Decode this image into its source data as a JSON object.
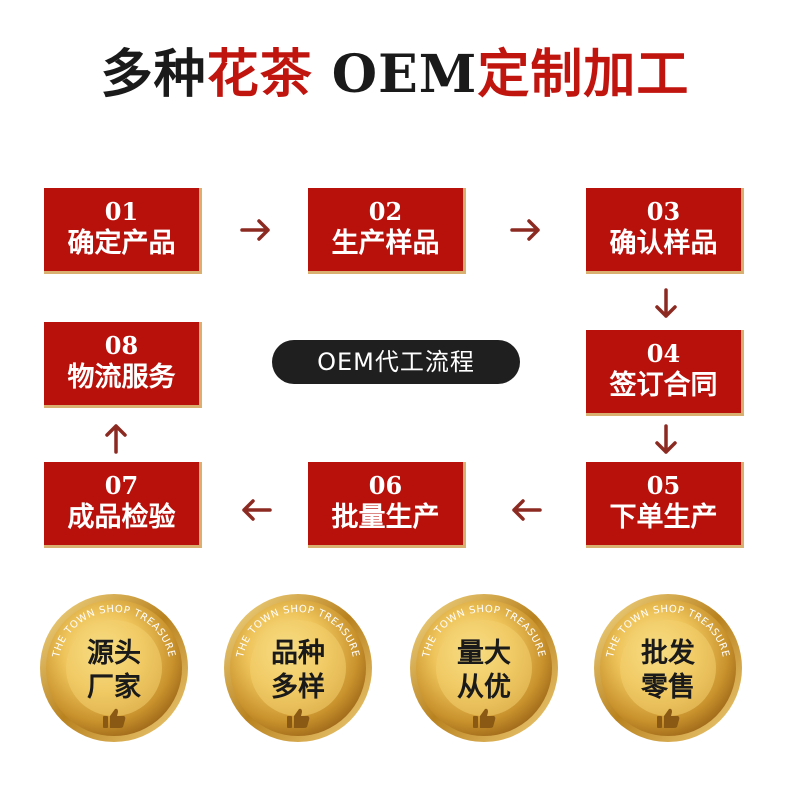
{
  "title": {
    "part1": "多种",
    "part2": "花茶",
    "part3": " OEM",
    "part4": "定制加工"
  },
  "colors": {
    "red": "#b8100b",
    "gold": "#d9b070",
    "title_red": "#c0140f",
    "dark": "#1f1f1f"
  },
  "center_label": "OEM代工流程",
  "steps": [
    {
      "num": "01",
      "label": "确定产品"
    },
    {
      "num": "02",
      "label": "生产样品"
    },
    {
      "num": "03",
      "label": "确认样品"
    },
    {
      "num": "04",
      "label": "签订合同"
    },
    {
      "num": "05",
      "label": "下单生产"
    },
    {
      "num": "06",
      "label": "批量生产"
    },
    {
      "num": "07",
      "label": "成品检验"
    },
    {
      "num": "08",
      "label": "物流服务"
    }
  ],
  "badges": [
    {
      "ring": "THE TOWN SHOP TREASURE",
      "line1": "源头",
      "line2": "厂家",
      "icon": "thumbs-up-icon"
    },
    {
      "ring": "THE TOWN SHOP TREASURE",
      "line1": "品种",
      "line2": "多样",
      "icon": "thumbs-up-icon"
    },
    {
      "ring": "THE TOWN SHOP TREASURE",
      "line1": "量大",
      "line2": "从优",
      "icon": "thumbs-up-icon"
    },
    {
      "ring": "THE TOWN SHOP TREASURE",
      "line1": "批发",
      "line2": "零售",
      "icon": "thumbs-up-icon"
    }
  ]
}
